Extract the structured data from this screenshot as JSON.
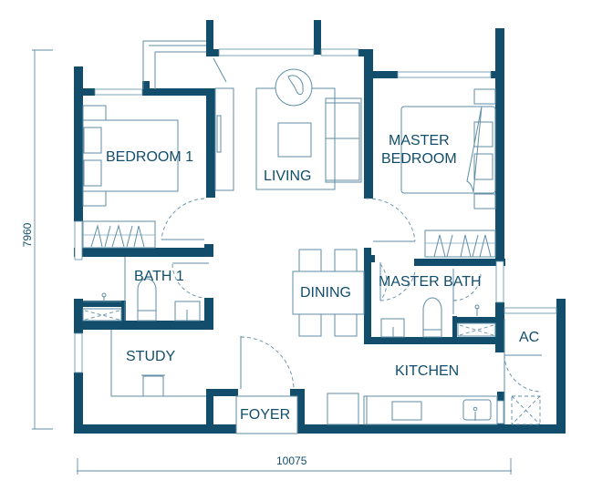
{
  "floor_plan": {
    "rooms": [
      {
        "id": "bedroom1",
        "label": "BEDROOM 1"
      },
      {
        "id": "living",
        "label": "LIVING"
      },
      {
        "id": "master_bedroom",
        "label": "MASTER\nBEDROOM",
        "lines": [
          "MASTER",
          "BEDROOM"
        ]
      },
      {
        "id": "bath1",
        "label": "BATH 1"
      },
      {
        "id": "dining",
        "label": "DINING"
      },
      {
        "id": "master_bath",
        "label": "MASTER BATH"
      },
      {
        "id": "study",
        "label": "STUDY"
      },
      {
        "id": "ac",
        "label": "AC"
      },
      {
        "id": "kitchen",
        "label": "KITCHEN"
      },
      {
        "id": "foyer",
        "label": "FOYER"
      }
    ],
    "dimensions": {
      "height": "7960",
      "width": "10075"
    },
    "colors": {
      "wall": "#124e6b",
      "line": "#5f8ea6",
      "text": "#124e6b",
      "background": "#ffffff"
    }
  }
}
